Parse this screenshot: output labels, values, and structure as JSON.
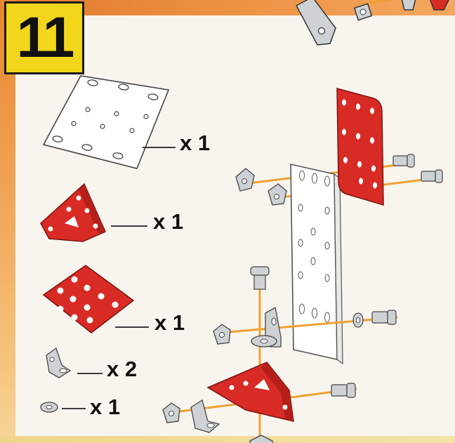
{
  "step": {
    "number": "11"
  },
  "parts_list": [
    {
      "part": "flat-plate-outline-icon",
      "quantity": "x 1"
    },
    {
      "part": "triangular-plate-icon",
      "quantity": "x 1"
    },
    {
      "part": "square-plate-icon",
      "quantity": "x 1"
    },
    {
      "part": "angle-bracket-icon",
      "quantity": "x 2"
    },
    {
      "part": "washer-icon",
      "quantity": "x 1"
    }
  ],
  "colors": {
    "part_red": "#d92b25",
    "axis_orange": "#f0a030",
    "badge_yellow": "#f2d61c",
    "metal_grey": "#cfd2d4"
  }
}
